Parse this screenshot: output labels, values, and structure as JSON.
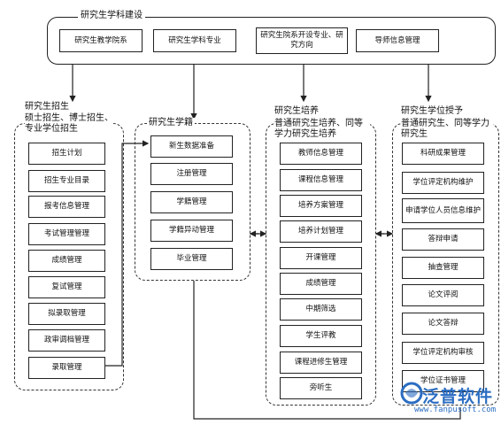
{
  "top": {
    "title": "研究生学科建设",
    "items": [
      "研究生教学院系",
      "研究生学科专业",
      "研究生院系开设专业、研究方向",
      "导师信息管理"
    ]
  },
  "recruit": {
    "title": "研究生招生",
    "subtitle": "硕士招生、博士招生、专业学位招生",
    "items": [
      "招生计划",
      "招生专业目录",
      "报考信息管理",
      "考试管理管理",
      "成绩管理",
      "复试管理",
      "拟录取管理",
      "政审调档管理",
      "录取管理"
    ]
  },
  "status": {
    "title": "研究生学籍",
    "items": [
      "新生数据准备",
      "注册管理",
      "学籍管理",
      "学籍异动管理",
      "毕业管理"
    ]
  },
  "training": {
    "title": "研究生培养",
    "subtitle": "普通研究生培养、同等学力研究生培养",
    "items": [
      "教师信息管理",
      "课程信息管理",
      "培养方案管理",
      "培养计划管理",
      "开课管理",
      "成绩管理",
      "中期筛选",
      "学生评教",
      "课程进修生管理",
      "旁听生"
    ]
  },
  "degree": {
    "title": "研究生学位授予",
    "subtitle": "普通研究生、同等学力研究生",
    "items": [
      "科研成果管理",
      "学位评定机构维护",
      "申请学位人员信息维护",
      "答辩申请",
      "抽查管理",
      "论文评阅",
      "论文答辩",
      "学位评定机构审核",
      "学位证书管理"
    ]
  },
  "watermark": {
    "brand": "泛普软件",
    "url": "www.fanpusoft.com",
    "color": "#2b6dc2"
  }
}
